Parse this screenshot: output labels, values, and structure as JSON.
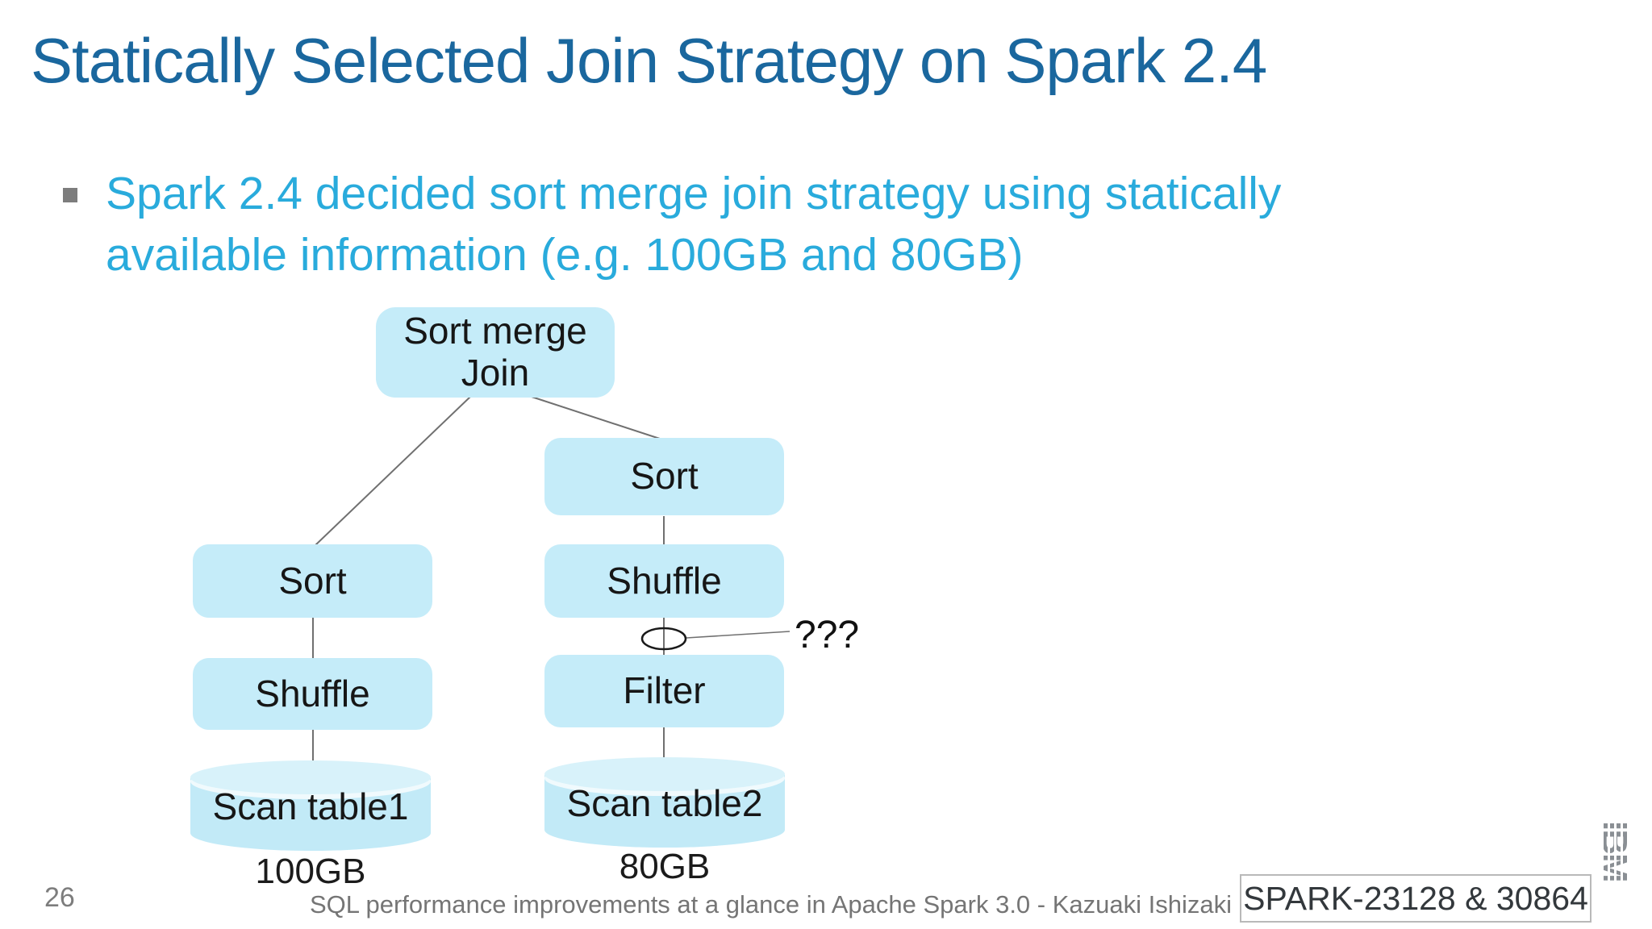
{
  "slide": {
    "title": "Statically Selected Join Strategy on Spark 2.4",
    "bullet": {
      "line1": "Spark 2.4 decided sort merge join strategy using statically",
      "line2": "available information (e.g. 100GB and 80GB)"
    },
    "diagram": {
      "root": {
        "label_line1": "Sort merge",
        "label_line2": "Join"
      },
      "left_branch": {
        "sort": "Sort",
        "shuffle": "Shuffle",
        "scan": "Scan table1",
        "size": "100GB"
      },
      "right_branch": {
        "sort": "Sort",
        "shuffle": "Shuffle",
        "filter": "Filter",
        "scan": "Scan table2",
        "size": "80GB"
      },
      "annotation": "???"
    },
    "footer": {
      "page_number": "26",
      "credit": "SQL performance improvements at a glance in Apache Spark 3.0 - Kazuaki Ishizaki",
      "ticket": "SPARK-23128 & 30864",
      "logo": "IBM"
    },
    "colors": {
      "title_blue": "#1A679E",
      "bullet_cyan": "#29ABDC",
      "node_fill": "#C5ECF9",
      "cylinder_fill": "#C2EAF7",
      "cylinder_top_fill": "#D8F2FA",
      "connector_gray": "#707070"
    }
  }
}
